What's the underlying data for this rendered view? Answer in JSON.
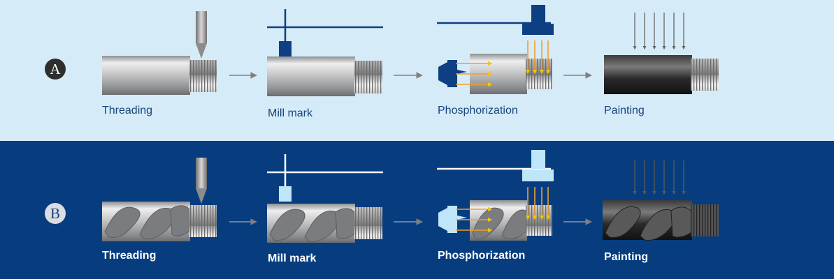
{
  "rows": [
    {
      "badge": "A",
      "steps": [
        "Threading",
        "Mill mark",
        "Phosphorization",
        "Painting"
      ]
    },
    {
      "badge": "B",
      "steps": [
        "Threading",
        "Mill mark",
        "Phosphorization",
        "Painting"
      ]
    }
  ],
  "colors": {
    "row_a_background": "#d6ebf8",
    "row_b_background": "#073d7f",
    "marker_dark_blue": "#0d3f82",
    "marker_light_blue": "#bfe5fb",
    "arrow_orange": "#f0a02a",
    "arrow_yellow": "#f5c400",
    "flow_arrow_grey": "#7f7f7f"
  },
  "icons": [
    "threading-tool-icon",
    "mill-mark-stamp-icon",
    "phosphorization-nozzle-icon",
    "paint-arrows-icon",
    "flow-arrow-icon"
  ]
}
